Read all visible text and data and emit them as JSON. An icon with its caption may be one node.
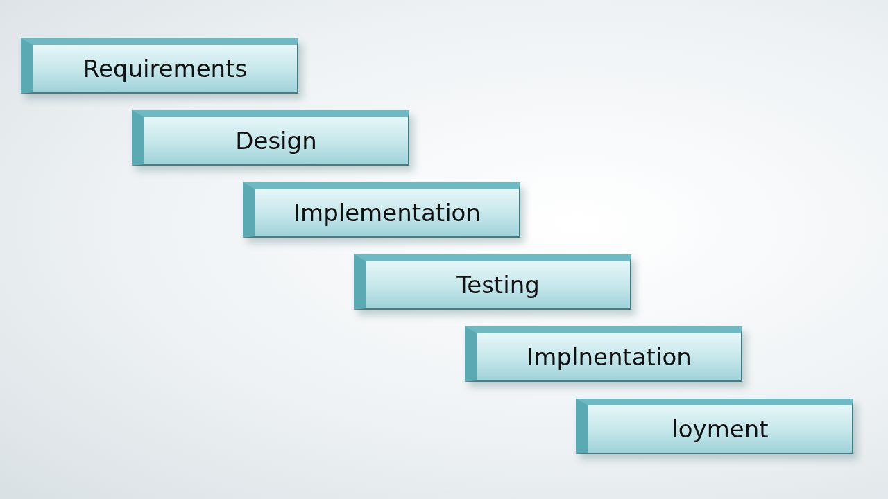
{
  "diagram": {
    "nodes": [
      {
        "text": [
          "Requirements"
        ]
      },
      {
        "text": [
          "Design"
        ]
      },
      {
        "text": [
          "Implementation"
        ]
      },
      {
        "text": [
          "Testing"
        ]
      },
      {
        "text": [
          "Implnentation"
        ]
      },
      {
        "text": [
          "loyment"
        ]
      }
    ]
  }
}
